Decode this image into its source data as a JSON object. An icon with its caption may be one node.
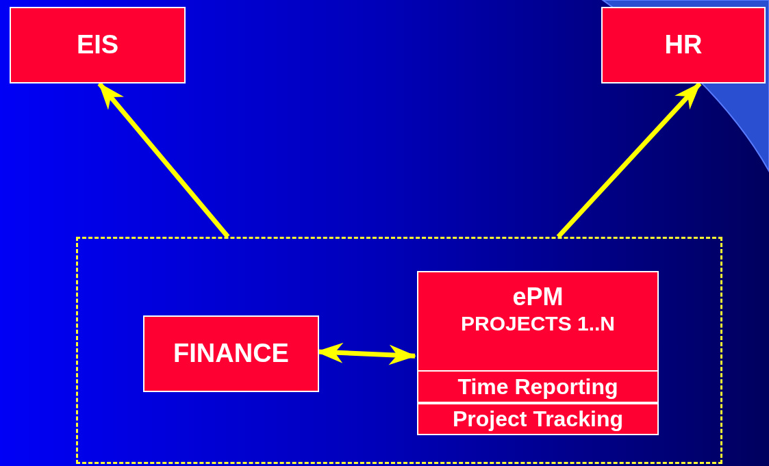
{
  "diagram": {
    "nodes": [
      {
        "text": [],
        "shape": "box"
      },
      {
        "text": [
          "EIS"
        ]
      },
      {
        "text": [
          "HR"
        ]
      },
      {
        "text": [
          "FINANCE"
        ],
        "in": 0
      },
      {
        "text": [
          "ePM",
          "PROJECTS 1..N"
        ],
        "in": 0
      },
      {
        "text": [
          "Time Reporting"
        ],
        "in": 4
      },
      {
        "text": [
          "Project Tracking"
        ],
        "in": 4
      }
    ],
    "edges": [
      {
        "from": 0,
        "to": 1,
        "arrow": "to"
      },
      {
        "from": 0,
        "to": 2,
        "arrow": "to"
      },
      {
        "from": 3,
        "to": 4,
        "arrow": "both"
      }
    ]
  }
}
